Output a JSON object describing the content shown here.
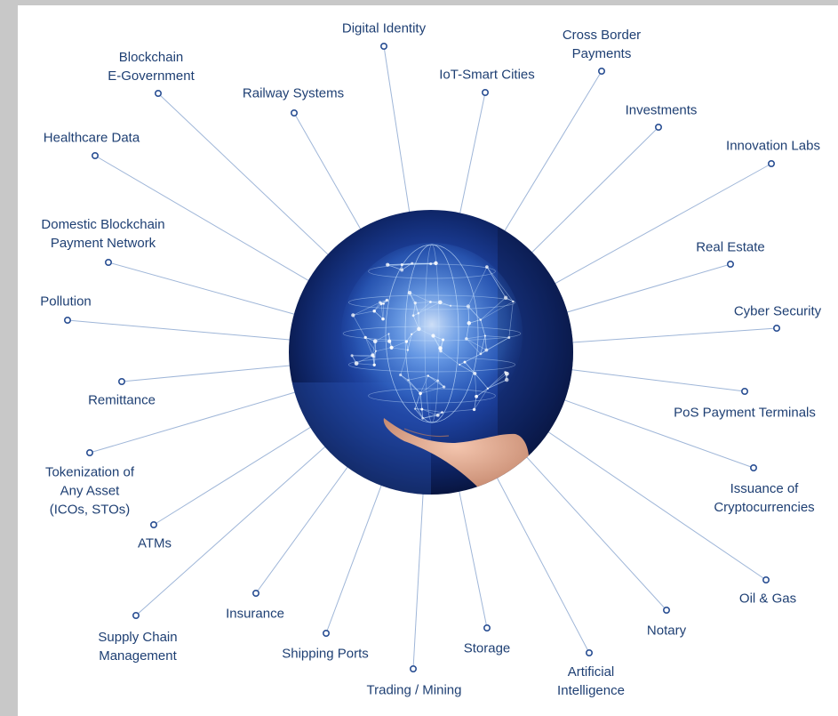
{
  "diagram": {
    "center_image": "globe-network-hand",
    "colors": {
      "label": "#1e3f73",
      "line": "#9fb6d8",
      "dot": "#2a4f93"
    },
    "items": [
      {
        "label": "Digital Identity"
      },
      {
        "label": "IoT-Smart Cities"
      },
      {
        "label": "Cross Border\nPayments"
      },
      {
        "label": "Investments"
      },
      {
        "label": "Innovation Labs"
      },
      {
        "label": "Real Estate"
      },
      {
        "label": "Cyber Security"
      },
      {
        "label": "PoS Payment Terminals"
      },
      {
        "label": "Issuance of\nCryptocurrencies"
      },
      {
        "label": "Oil & Gas"
      },
      {
        "label": "Notary"
      },
      {
        "label": "Artificial\nIntelligence"
      },
      {
        "label": "Storage"
      },
      {
        "label": "Trading / Mining"
      },
      {
        "label": "Shipping Ports"
      },
      {
        "label": "Insurance"
      },
      {
        "label": "Supply Chain\nManagement"
      },
      {
        "label": "ATMs"
      },
      {
        "label": "Tokenization of\nAny Asset\n(ICOs, STOs)"
      },
      {
        "label": "Remittance"
      },
      {
        "label": "Pollution"
      },
      {
        "label": "Domestic Blockchain\nPayment Network"
      },
      {
        "label": "Healthcare Data"
      },
      {
        "label": "Blockchain\nE-Government"
      },
      {
        "label": "Railway Systems"
      }
    ]
  }
}
